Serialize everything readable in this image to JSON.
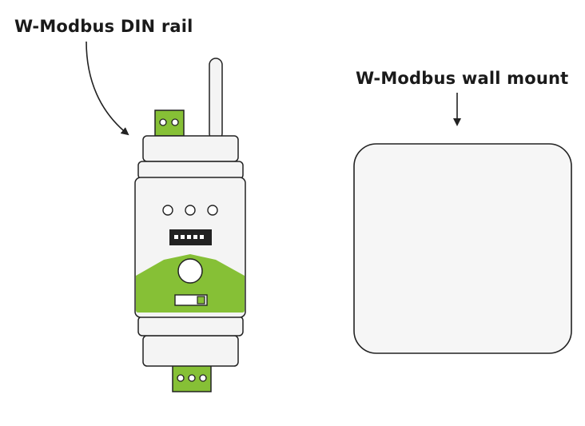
{
  "labels": {
    "din_rail": "W-Modbus DIN rail",
    "wall_mount": "W-Modbus wall mount"
  },
  "colors": {
    "accent_green": "#86c036",
    "outline": "#222222",
    "body_fill": "#f4f4f4",
    "wall_fill": "#f6f6f6"
  },
  "devices": [
    {
      "name": "din-rail-device",
      "status_leds": 3,
      "top_terminal_pins": 2,
      "bottom_terminal_pins": 3
    },
    {
      "name": "wall-mount-device"
    }
  ]
}
